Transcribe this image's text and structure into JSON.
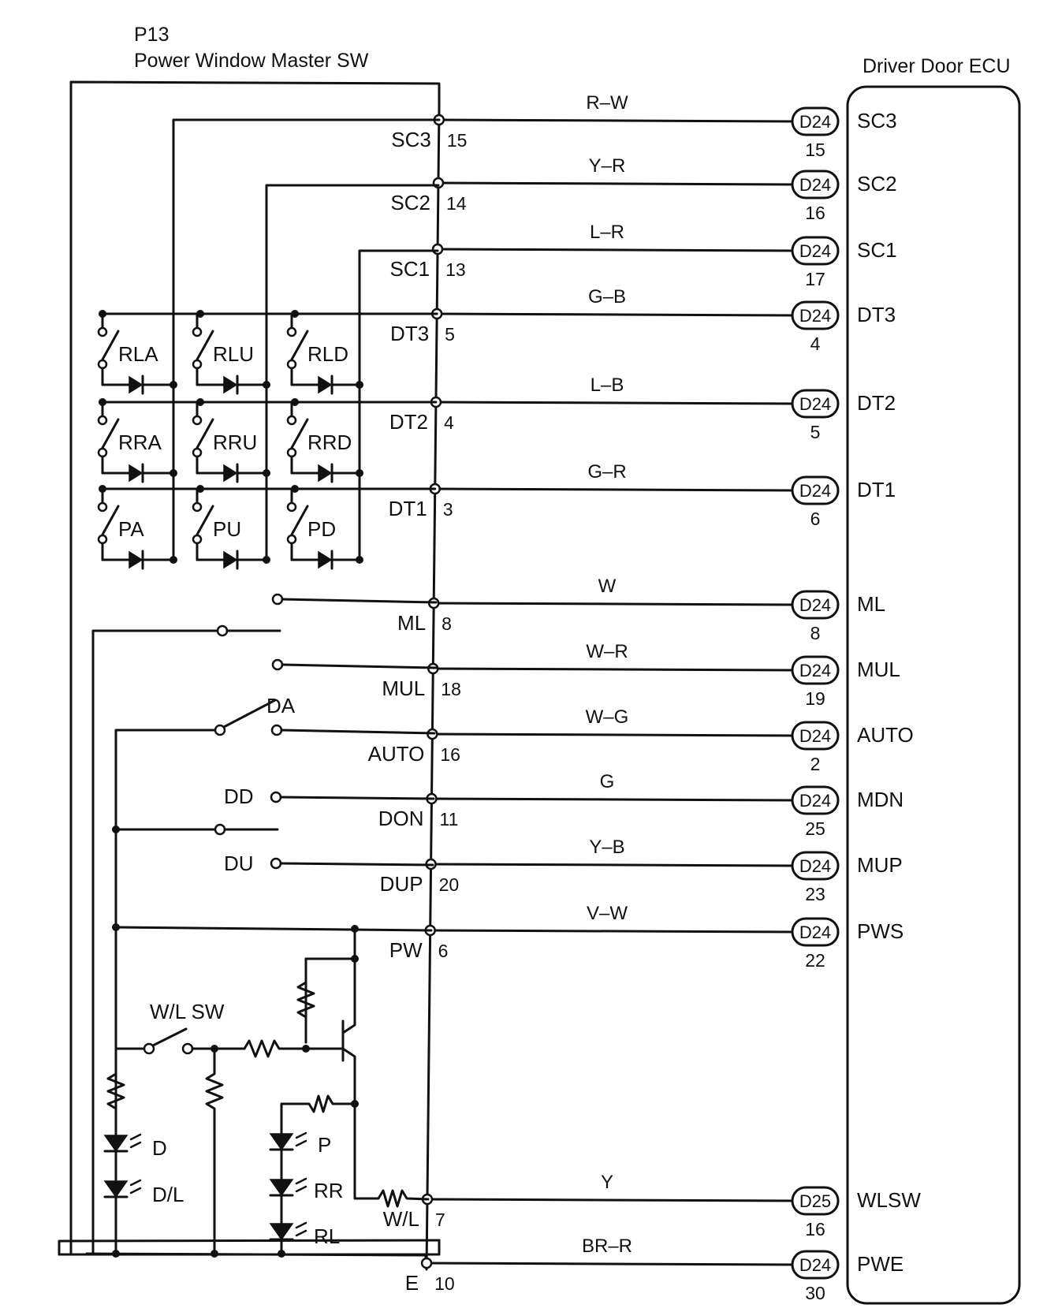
{
  "switch_header": {
    "id": "P13",
    "name": "Power Window Master SW"
  },
  "ecu_header": {
    "name": "Driver Door ECU"
  },
  "circuits": [
    {
      "sw_pin": "SC3",
      "sw_no": "15",
      "wire": "R–W",
      "conn": "D24",
      "ecu_no": "15",
      "ecu_pin": "SC3"
    },
    {
      "sw_pin": "SC2",
      "sw_no": "14",
      "wire": "Y–R",
      "conn": "D24",
      "ecu_no": "16",
      "ecu_pin": "SC2"
    },
    {
      "sw_pin": "SC1",
      "sw_no": "13",
      "wire": "L–R",
      "conn": "D24",
      "ecu_no": "17",
      "ecu_pin": "SC1"
    },
    {
      "sw_pin": "DT3",
      "sw_no": "5",
      "wire": "G–B",
      "conn": "D24",
      "ecu_no": "4",
      "ecu_pin": "DT3"
    },
    {
      "sw_pin": "DT2",
      "sw_no": "4",
      "wire": "L–B",
      "conn": "D24",
      "ecu_no": "5",
      "ecu_pin": "DT2"
    },
    {
      "sw_pin": "DT1",
      "sw_no": "3",
      "wire": "G–R",
      "conn": "D24",
      "ecu_no": "6",
      "ecu_pin": "DT1"
    },
    {
      "sw_pin": "ML",
      "sw_no": "8",
      "wire": "W",
      "conn": "D24",
      "ecu_no": "8",
      "ecu_pin": "ML"
    },
    {
      "sw_pin": "MUL",
      "sw_no": "18",
      "wire": "W–R",
      "conn": "D24",
      "ecu_no": "19",
      "ecu_pin": "MUL"
    },
    {
      "sw_pin": "AUTO",
      "sw_no": "16",
      "wire": "W–G",
      "conn": "D24",
      "ecu_no": "2",
      "ecu_pin": "AUTO"
    },
    {
      "sw_pin": "DON",
      "sw_no": "11",
      "wire": "G",
      "conn": "D24",
      "ecu_no": "25",
      "ecu_pin": "MDN"
    },
    {
      "sw_pin": "DUP",
      "sw_no": "20",
      "wire": "Y–B",
      "conn": "D24",
      "ecu_no": "23",
      "ecu_pin": "MUP"
    },
    {
      "sw_pin": "PW",
      "sw_no": "6",
      "wire": "V–W",
      "conn": "D24",
      "ecu_no": "22",
      "ecu_pin": "PWS"
    },
    {
      "sw_pin": "W/L",
      "sw_no": "7",
      "wire": "Y",
      "conn": "D25",
      "ecu_no": "16",
      "ecu_pin": "WLSW"
    },
    {
      "sw_pin": "E",
      "sw_no": "10",
      "wire": "BR–R",
      "conn": "D24",
      "ecu_no": "30",
      "ecu_pin": "PWE"
    }
  ],
  "window_switches": [
    "RLA",
    "RLU",
    "RLD",
    "RRA",
    "RRU",
    "RRD",
    "PA",
    "PU",
    "PD"
  ],
  "internal_labels": {
    "da": "DA",
    "dd": "DD",
    "du": "DU",
    "wl_sw": "W/L SW"
  },
  "leds": [
    "D",
    "D/L",
    "P",
    "RR",
    "RL"
  ]
}
